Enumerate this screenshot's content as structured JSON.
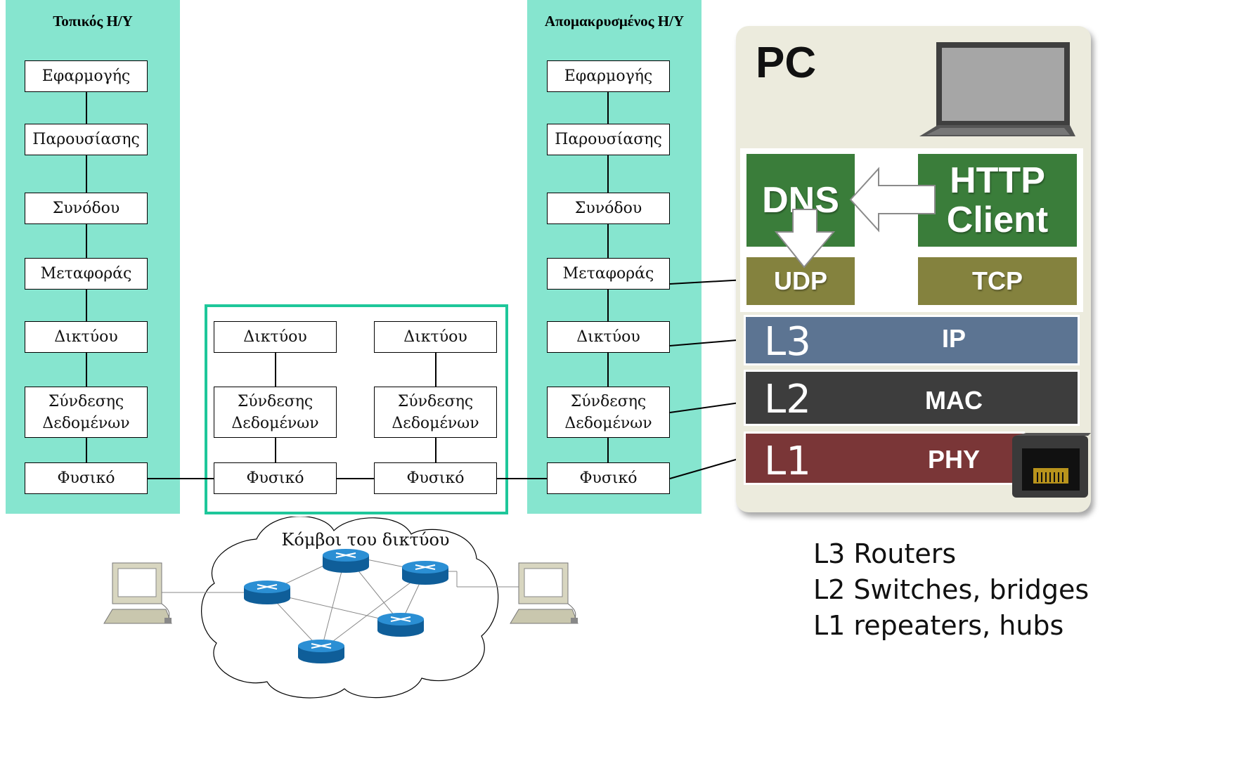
{
  "local_host": {
    "title": "Τοπικός Η/Υ",
    "layers": [
      "Εφαρμογής",
      "Παρουσίασης",
      "Συνόδου",
      "Μεταφοράς",
      "Δικτύου",
      "Σύνδεσης\nΔεδομένων",
      "Φυσικό"
    ]
  },
  "remote_host": {
    "title": "Απομακρυσμένος Η/Υ",
    "layers": [
      "Εφαρμογής",
      "Παρουσίασης",
      "Συνόδου",
      "Μεταφοράς",
      "Δικτύου",
      "Σύνδεσης\nΔεδομένων",
      "Φυσικό"
    ]
  },
  "network_nodes": {
    "node_a": [
      "Δικτύου",
      "Σύνδεσης\nΔεδομένων",
      "Φυσικό"
    ],
    "node_b": [
      "Δικτύου",
      "Σύνδεσης\nΔεδομένων",
      "Φυσικό"
    ]
  },
  "cloud": {
    "label": "Κόμβοι του δικτύου"
  },
  "pc": {
    "title": "PC",
    "apps": {
      "dns": "DNS",
      "http": "HTTP\nClient"
    },
    "transport": {
      "udp": "UDP",
      "tcp": "TCP"
    },
    "bars": [
      {
        "level": "L3",
        "proto": "IP",
        "color": "#5c7492"
      },
      {
        "level": "L2",
        "proto": "MAC",
        "color": "#3d3d3d"
      },
      {
        "level": "L1",
        "proto": "PHY",
        "color": "#7a3637"
      }
    ]
  },
  "legend": [
    "L3 Routers",
    "L2 Switches, bridges",
    "L1 repeaters, hubs"
  ],
  "colors": {
    "host_panel": "#86e5cf",
    "node_frame": "#1ec79a",
    "router": "#1f7fbf",
    "app_green": "#3a7d3a",
    "transport_olive": "#84823e"
  }
}
